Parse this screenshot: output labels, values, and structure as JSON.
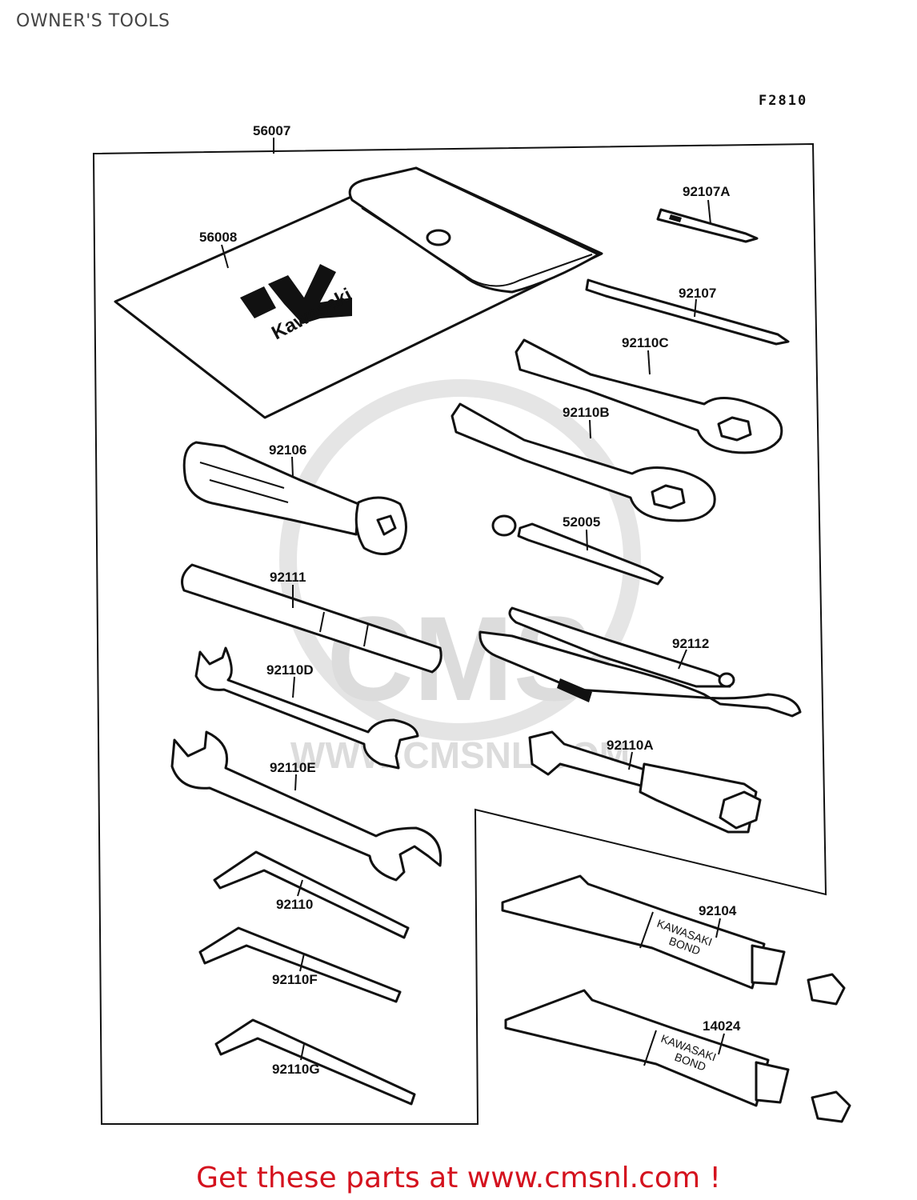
{
  "page": {
    "title": "OWNER'S TOOLS",
    "figure_code": "F2810"
  },
  "parts": {
    "p56007": "56007",
    "p56008": "56008",
    "p92107A": "92107A",
    "p92107": "92107",
    "p92110C": "92110C",
    "p92110B": "92110B",
    "p92106": "92106",
    "p52005": "52005",
    "p92111": "92111",
    "p92112": "92112",
    "p92110D": "92110D",
    "p92110A": "92110A",
    "p92110E": "92110E",
    "p92104": "92104",
    "p92110": "92110",
    "p92110F": "92110F",
    "p14024": "14024",
    "p92110G": "92110G"
  },
  "logo_text": "Kawasaki",
  "tube_text": {
    "line1": "KAWASAKI",
    "line2": "BOND"
  },
  "watermark": {
    "brand": "CMS",
    "url": "WWW.CMSNL.COM"
  },
  "footer": {
    "banner": "Get these parts at www.cmsnl.com !"
  },
  "colors": {
    "banner_red": "#d4121e",
    "line": "#111111",
    "watermark": "#d9d9d9"
  }
}
